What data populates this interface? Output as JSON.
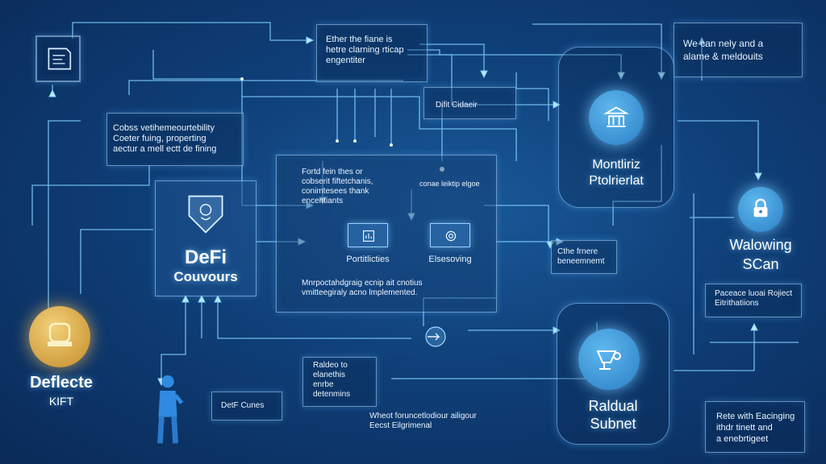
{
  "diagram": {
    "left_top_box": "Cobss vetihemeourtebility\nCoeter fuing, properting\naectur a mell ectt de fining",
    "top_center_box": "Ether the fiane is\nhetre clarning rticap\nengentiter",
    "top_right_box": "We can nely and a\nalame & meldouits",
    "mid_small_label": "Difit Cidaeir",
    "panel_text_left": "Fortd fein thes or\ncobserit fiftetchanis,\nconimtesees thank\nencentiants",
    "panel_text_right": "conae leiktip elgoe",
    "tile1_label": "Portitlicties",
    "tile2_label": "Elsesoving",
    "panel_bottom_text": "Mnrpoctahdgraig ecnip ait cnotius\nvmitteegiraly acno lmplemented.",
    "defi_title": "DeFi",
    "defi_subtitle": "Couvours",
    "defi_shield_icon": "shield-icon",
    "mon_title": "Montliriz",
    "mon_subtitle": "Ptolrierlat",
    "mon_icon": "building-icon",
    "lock_icon": "lock-icon",
    "wal_title": "Walowing",
    "wal_subtitle": "SCan",
    "small_right_box": "Cthe frnere\nbeneemnemt",
    "right_mid_box": "Paceace luoai Rojiect\nEitrithatiions",
    "deflecte_title": "Deflecte",
    "deflecte_subtitle": "KIFT",
    "deflecte_icon": "vault-icon",
    "person_icon": "person-icon",
    "bottom_box_1": "Raldeo to\nelanethis\nenrbe\ndetenmins",
    "bottom_box_2": "DetF Cunes",
    "bottom_text_3": "Wheot foruncetlodiour ailigour\nEecst Eilgrimenal",
    "radual_title": "Raldual",
    "radual_subtitle": "Subnet",
    "radual_icon": "network-icon",
    "bottom_right_box": "Rete with Eacinging\nithdr tinett and\na enebrtigeet",
    "top_left_icon": "document-icon",
    "accent_color": "#7fd0ff"
  }
}
